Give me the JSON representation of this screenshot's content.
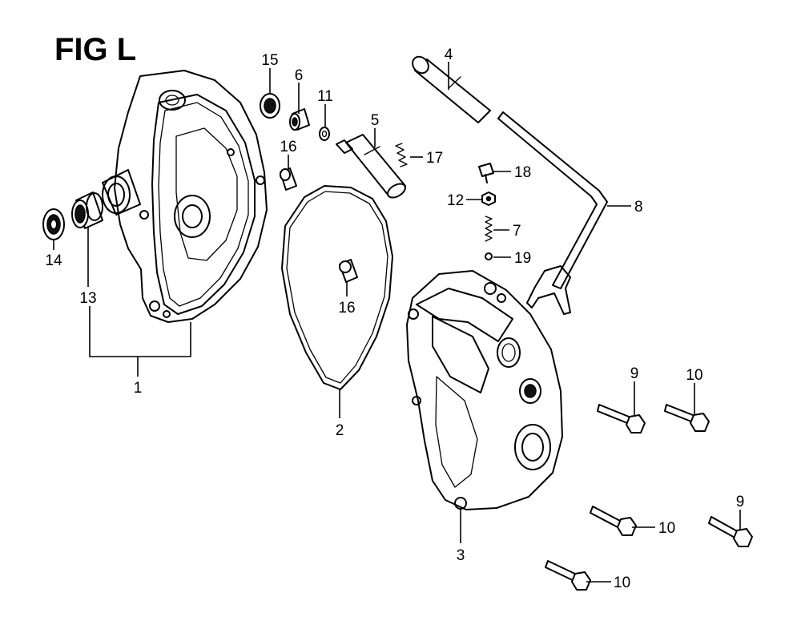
{
  "figure": {
    "title": "FIG L"
  },
  "callouts": {
    "c1": "1",
    "c2": "2",
    "c3": "3",
    "c4": "4",
    "c5": "5",
    "c6": "6",
    "c7": "7",
    "c8": "8",
    "c9a": "9",
    "c9b": "9",
    "c10a": "10",
    "c10b": "10",
    "c10c": "10",
    "c11": "11",
    "c12": "12",
    "c13": "13",
    "c14": "14",
    "c15": "15",
    "c16a": "16",
    "c16b": "16",
    "c17": "17",
    "c18": "18",
    "c19": "19"
  }
}
